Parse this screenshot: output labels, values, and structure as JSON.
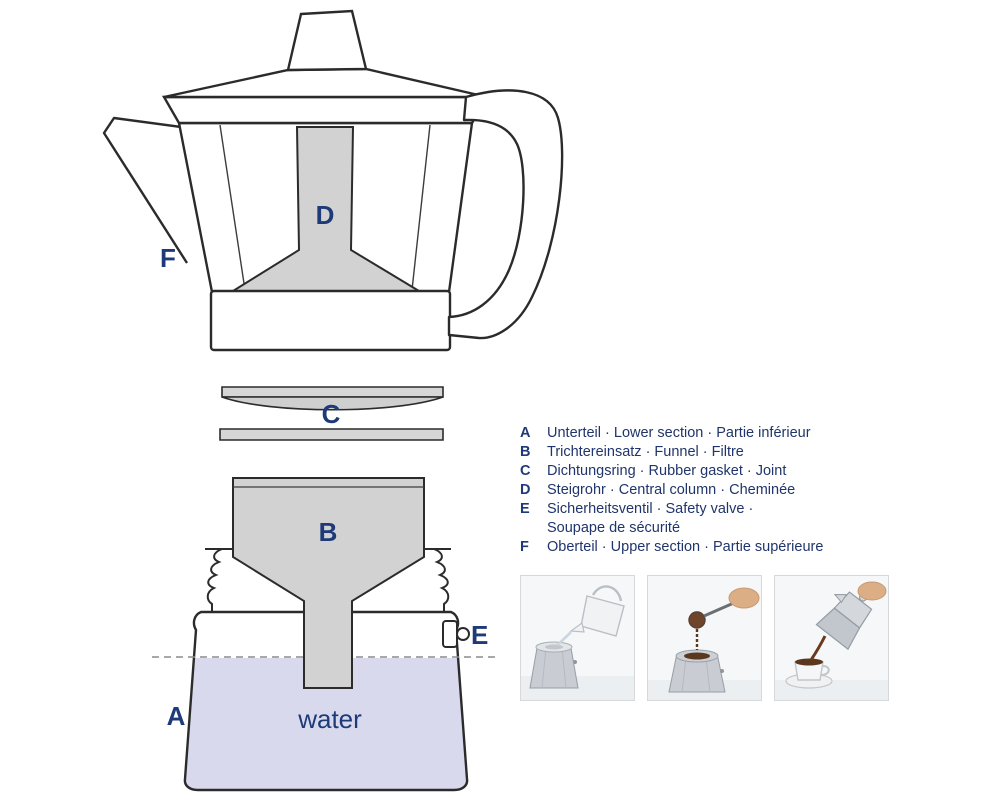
{
  "colors": {
    "navy": "#1e3a78",
    "metal_fill": "#d2d2d2",
    "water_fill": "#d8d9ed",
    "outline": "#222222"
  },
  "diagram": {
    "labels": {
      "A": "A",
      "B": "B",
      "C": "C",
      "D": "D",
      "E": "E",
      "F": "F",
      "water": "water"
    }
  },
  "legend": {
    "items": [
      {
        "key": "A",
        "text": "Unterteil · Lower section · Partie inférieur"
      },
      {
        "key": "B",
        "text": "Trichtereinsatz · Funnel · Filtre"
      },
      {
        "key": "C",
        "text": "Dichtungsring · Rubber gasket · Joint"
      },
      {
        "key": "D",
        "text": "Steigrohr · Central column · Cheminée"
      },
      {
        "key": "E",
        "text": "Sicherheitsventil · Safety valve ·",
        "text2": "Soupape de sécurité"
      },
      {
        "key": "F",
        "text": "Oberteil · Upper section · Partie supérieure"
      }
    ]
  },
  "photos": [
    {
      "name": "pouring-water-into-lower-section"
    },
    {
      "name": "adding-ground-coffee-to-funnel"
    },
    {
      "name": "pouring-brewed-espresso-into-cup"
    }
  ]
}
